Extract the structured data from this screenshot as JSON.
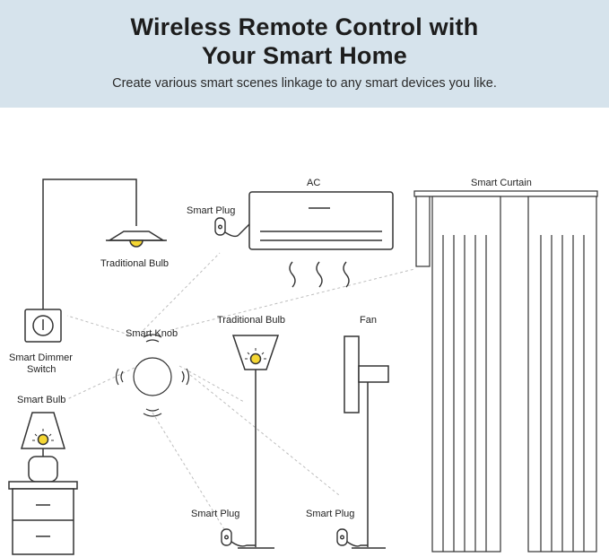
{
  "header": {
    "title_line1": "Wireless Remote Control with",
    "title_line2": "Your Smart Home",
    "subtitle": "Create various smart scenes linkage to any smart devices you like."
  },
  "labels": {
    "ac": "AC",
    "smart_curtain": "Smart Curtain",
    "smart_plug_top": "Smart Plug",
    "traditional_bulb_left": "Traditional Bulb",
    "traditional_bulb_center": "Traditional Bulb",
    "fan": "Fan",
    "smart_knob": "Smart Knob",
    "smart_dimmer_line1": "Smart Dimmer",
    "smart_dimmer_line2": "Switch",
    "smart_bulb": "Smart Bulb",
    "smart_plug_bottom_left": "Smart Plug",
    "smart_plug_bottom_right": "Smart Plug"
  },
  "colors": {
    "banner": "#d6e3ec",
    "line": "#333333",
    "dashed": "#bdbdbd",
    "bulb": "#f5d733"
  }
}
